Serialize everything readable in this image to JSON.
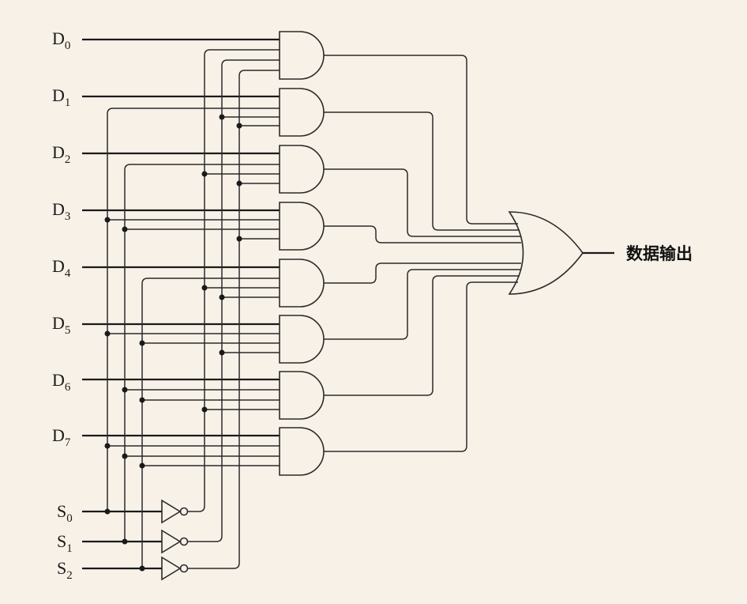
{
  "data_inputs": [
    {
      "letter": "D",
      "index": "0"
    },
    {
      "letter": "D",
      "index": "1"
    },
    {
      "letter": "D",
      "index": "2"
    },
    {
      "letter": "D",
      "index": "3"
    },
    {
      "letter": "D",
      "index": "4"
    },
    {
      "letter": "D",
      "index": "5"
    },
    {
      "letter": "D",
      "index": "6"
    },
    {
      "letter": "D",
      "index": "7"
    }
  ],
  "select_inputs": [
    {
      "letter": "S",
      "index": "0"
    },
    {
      "letter": "S",
      "index": "1"
    },
    {
      "letter": "S",
      "index": "2"
    }
  ],
  "output_label": "数据输出"
}
